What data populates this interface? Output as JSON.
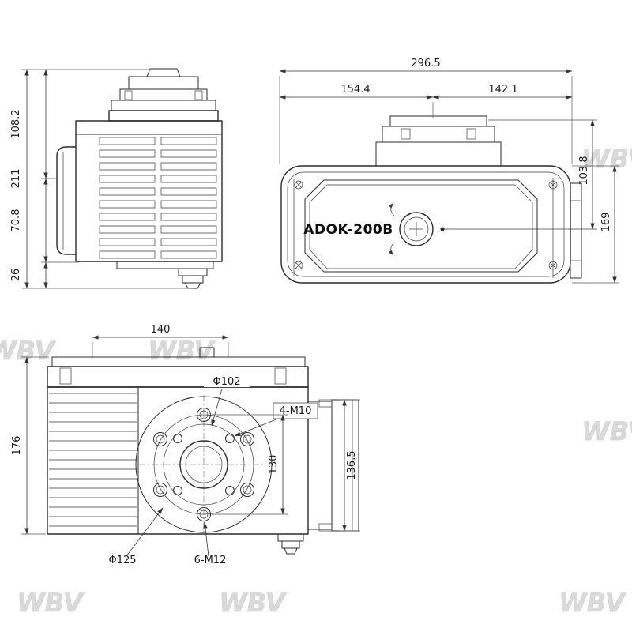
{
  "product": {
    "model": "ADOK-200B"
  },
  "watermark": {
    "text": "WBV"
  },
  "dims": {
    "side": {
      "total_height": "211",
      "upper_section": "108.2",
      "lower_section": "70.8",
      "gland_height": "26"
    },
    "front": {
      "total_width": "296.5",
      "left_section": "154.4",
      "right_section": "142.1",
      "cap_to_shaft": "103.8",
      "body_height": "169"
    },
    "bottom": {
      "top_width": "140",
      "total_height": "176",
      "boss_diameter": "Φ102",
      "mount_holes_small": "4-M10",
      "bolt_span": "130",
      "bracket_height": "136.5",
      "bolt_circle_diameter": "Φ125",
      "mount_holes_large": "6-M12"
    }
  }
}
